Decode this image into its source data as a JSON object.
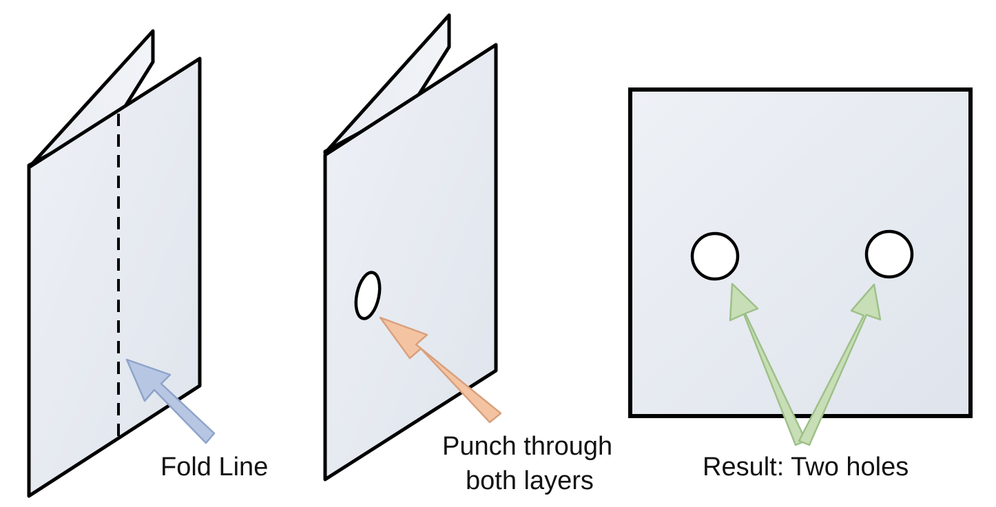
{
  "panels": {
    "fold": {
      "label": "Fold Line"
    },
    "punch": {
      "label_line1": "Punch through",
      "label_line2": "both layers"
    },
    "result": {
      "label": "Result: Two holes"
    }
  },
  "colors": {
    "paper": "#e3e8ef",
    "paper_back": "#edf0f5",
    "outline": "#000000",
    "arrow_blue": "#b7c7e3",
    "arrow_blue_stroke": "#8ea3c9",
    "arrow_orange": "#f4c4a2",
    "arrow_orange_stroke": "#d9a07c",
    "arrow_green": "#c8deb6",
    "arrow_green_stroke": "#9dc088",
    "hole": "#ffffff"
  },
  "icons": {
    "fold_arrow": "arrow-up-left-icon",
    "punch_arrow": "arrow-up-left-icon",
    "hole_arrows": "arrow-up-icon"
  }
}
